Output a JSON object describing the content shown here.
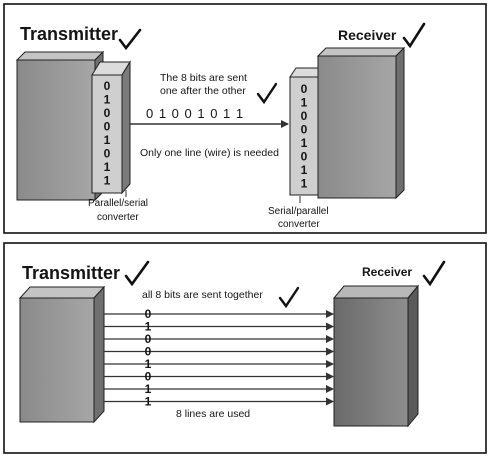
{
  "serial": {
    "transmitter_title": "Transmitter",
    "receiver_title": "Receiver",
    "tx_bits": [
      "0",
      "1",
      "0",
      "0",
      "1",
      "0",
      "1",
      "1"
    ],
    "rx_bits": [
      "0",
      "1",
      "0",
      "0",
      "1",
      "0",
      "1",
      "1"
    ],
    "line_bits": "0 1 0 0 1 0 1 1",
    "note_line1": "The 8 bits are sent",
    "note_line2": "one after the other",
    "wire_note": "Only one line (wire) is needed",
    "tx_converter_line1": "Parallel/serial",
    "tx_converter_line2": "converter",
    "rx_converter_line1": "Serial/parallel",
    "rx_converter_line2": "converter"
  },
  "parallel": {
    "transmitter_title": "Transmitter",
    "receiver_title": "Receiver",
    "together_note": "all 8 bits are sent together",
    "bits": [
      "0",
      "1",
      "0",
      "0",
      "1",
      "0",
      "1",
      "1"
    ],
    "lines_note": "8 lines are used"
  }
}
